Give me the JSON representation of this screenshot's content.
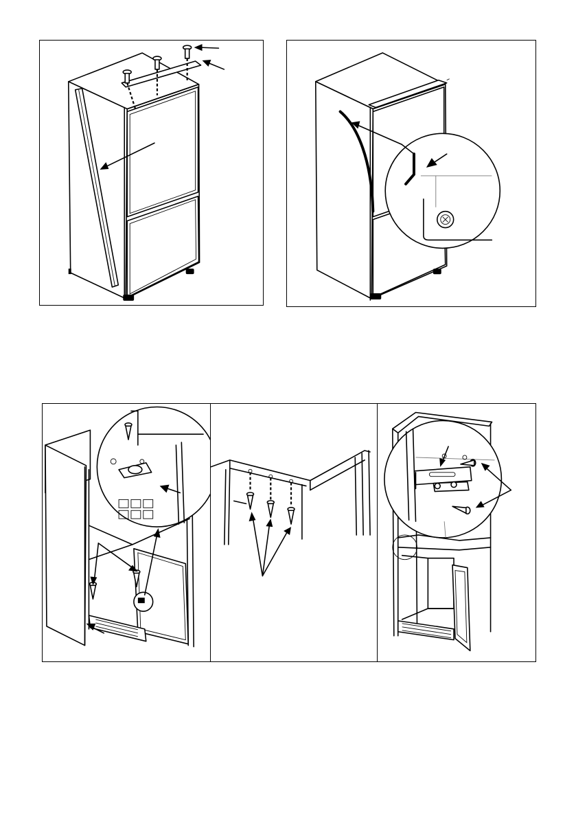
{
  "page": {
    "background": "#ffffff",
    "line_color": "#000000"
  },
  "figures": [
    {
      "id": "fig-1",
      "subject": "screws-and-side-trim-strip"
    },
    {
      "id": "fig-2",
      "subject": "seal-strip-detail"
    },
    {
      "id": "fig-3",
      "subject": "door-hinge-screws"
    },
    {
      "id": "fig-4",
      "subject": "cabinet-top-screws"
    },
    {
      "id": "fig-5",
      "subject": "door-bracket-fixing"
    }
  ]
}
